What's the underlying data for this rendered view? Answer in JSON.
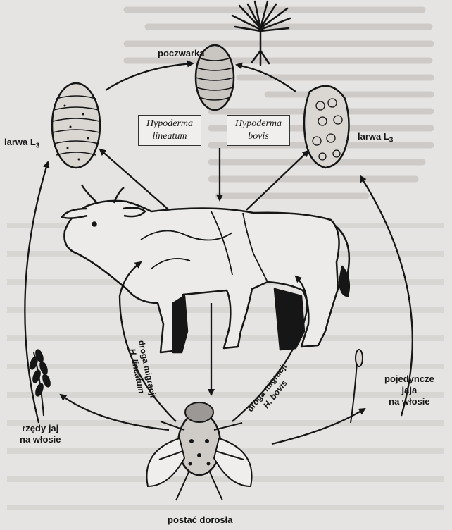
{
  "diagram": {
    "labels": {
      "pupa": "poczwarka",
      "larva_left": "larwa L",
      "larva_left_sub": "3",
      "larva_right": "larwa L",
      "larva_right_sub": "3",
      "egg_rows": [
        "rzędy jaj",
        "na włosie"
      ],
      "single_eggs": [
        "pojedyncze",
        "jaja",
        "na włosie"
      ],
      "adult": "postać dorosła"
    },
    "species": {
      "lineatum": [
        "Hypoderma",
        "lineatum"
      ],
      "bovis": [
        "Hypoderma",
        "bovis"
      ]
    },
    "migration": {
      "lineatum": [
        "droga migracji",
        "H. lineatum"
      ],
      "bovis": [
        "droga migracji",
        "H. bovis"
      ]
    }
  },
  "colors": {
    "background": "#e6e4e2",
    "ink": "#161616",
    "bleed_text": "#aaa7a4"
  }
}
